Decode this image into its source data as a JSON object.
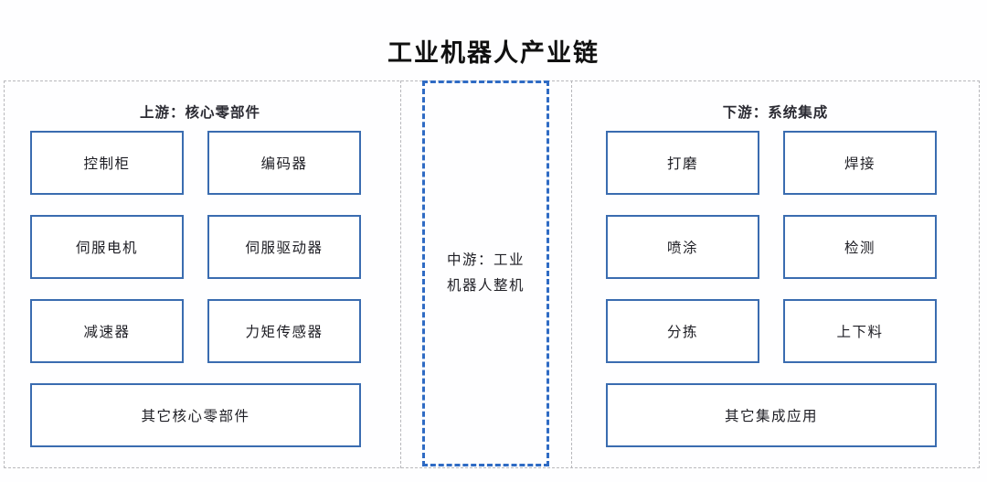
{
  "title": "工业机器人产业链",
  "colors": {
    "node_border": "#3a6cb0",
    "midstream_border": "#2f6bc4",
    "frame_dash": "#b8b8bc",
    "text": "#1e1e24",
    "background": "#ffffff"
  },
  "upstream": {
    "header": "上游：核心零部件",
    "rows": [
      [
        "控制柜",
        "编码器"
      ],
      [
        "伺服电机",
        "伺服驱动器"
      ],
      [
        "减速器",
        "力矩传感器"
      ]
    ],
    "full_width_item": "其它核心零部件"
  },
  "midstream": {
    "label": "中游：工业\n机器人整机"
  },
  "downstream": {
    "header": "下游：系统集成",
    "rows": [
      [
        "打磨",
        "焊接"
      ],
      [
        "喷涂",
        "检测"
      ],
      [
        "分拣",
        "上下料"
      ]
    ],
    "full_width_item": "其它集成应用"
  }
}
